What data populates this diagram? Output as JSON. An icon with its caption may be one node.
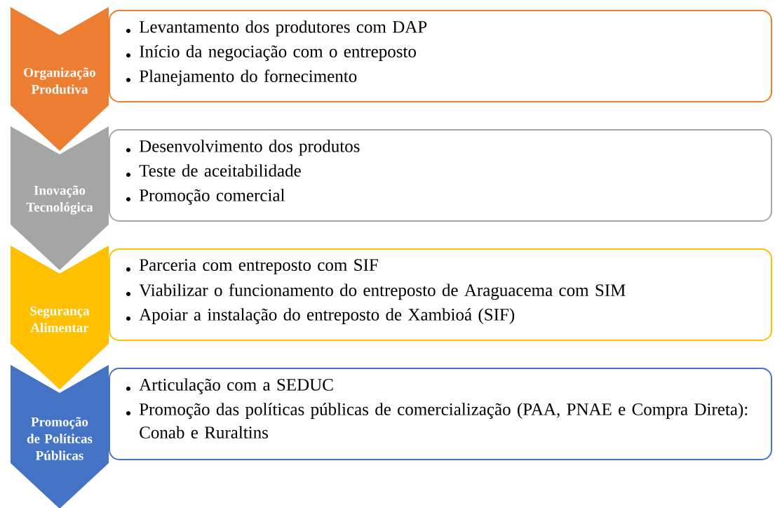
{
  "diagram": {
    "nodes": [
      {
        "text": [
          "Organização Produtiva"
        ]
      },
      {
        "text": [
          "Levantamento dos produtores com DAP",
          "Início da negociação com o entreposto",
          "Planejamento do fornecimento"
        ]
      },
      {
        "text": [
          "Inovação Tecnológica"
        ]
      },
      {
        "text": [
          "Desenvolvimento dos produtos",
          "Teste de aceitabilidade",
          "Promoção comercial"
        ]
      },
      {
        "text": [
          "Segurança Alimentar"
        ]
      },
      {
        "text": [
          "Parceria com entreposto com SIF",
          "Viabilizar o funcionamento do entreposto de Araguacema com SIM",
          "Apoiar a instalação do entreposto de Xambioá (SIF)"
        ]
      },
      {
        "text": [
          "Promoção de Políticas Públicas"
        ]
      },
      {
        "text": [
          "Articulação com a SEDUC",
          "Promoção das políticas públicas de comercialização (PAA, PNAE e Compra Direta): Conab e Ruraltins"
        ]
      }
    ]
  }
}
